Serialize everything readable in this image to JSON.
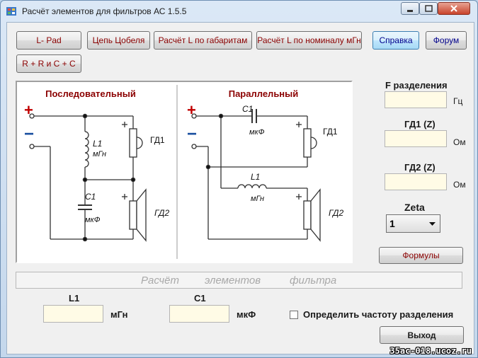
{
  "window": {
    "title": "Расчёт элементов для фильтров АС 1.5.5"
  },
  "toolbar": {
    "l_pad": "L- Pad",
    "zobel": "Цепь Цобеля",
    "l_dims": "Расчёт L по габаритам",
    "l_nominal": "Расчёт L по номиналу мГн",
    "help": "Справка",
    "forum": "Форум",
    "rrcc": "R + R и C + C"
  },
  "schematic": {
    "series_title": "Последовательный",
    "parallel_title": "Параллельный",
    "plus": "+",
    "minus": "−",
    "l1": "L1",
    "mgn": "мГн",
    "c1": "C1",
    "mkf": "мкФ",
    "gd1": "ГД1",
    "gd2": "ГД2"
  },
  "params": {
    "f_label": "F разделения",
    "f_unit": "Гц",
    "f_value": "",
    "gd1_label": "ГД1 (Z)",
    "gd1_unit": "Ом",
    "gd1_value": "",
    "gd2_label": "ГД2 (Z)",
    "gd2_unit": "Ом",
    "gd2_value": "",
    "zeta_label": "Zeta",
    "zeta_value": "1",
    "formulas": "Формулы"
  },
  "caption": {
    "w1": "Расчёт",
    "w2": "элементов",
    "w3": "фильтра"
  },
  "results": {
    "l1_label": "L1",
    "l1_unit": "мГн",
    "l1_value": "",
    "c1_label": "C1",
    "c1_unit": "мкФ",
    "c1_value": "",
    "determine_freq": "Определить частоту разделения",
    "exit": "Выход"
  },
  "watermark": "35ac-018.ucoz.ru",
  "colors": {
    "accent_red": "#c00000",
    "accent_blue": "#1a4fa0",
    "input_bg": "#fffbe6"
  }
}
